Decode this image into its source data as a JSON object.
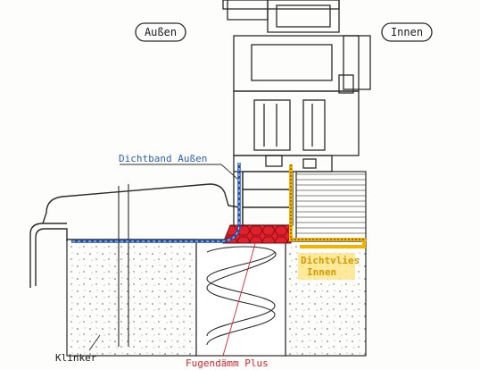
{
  "labels": {
    "outside": "Außen",
    "inside": "Innen",
    "seal_tape_outside": "Dichtband Außen",
    "sealing_fleece_line1": "Dichtvlies",
    "sealing_fleece_line2": "Innen",
    "clinker": "Klinker",
    "joint_insulation": "Fugendämm Plus"
  },
  "colors": {
    "line": "#2a2a2a",
    "seal_outside": "#1f4fa8",
    "seal_inside": "#f0b400",
    "joint_fill": "#e0202a",
    "label_blue": "#2a5fbf",
    "label_red": "#d8262e",
    "label_orange": "#d89a00",
    "highlight": "#ffe58a"
  }
}
